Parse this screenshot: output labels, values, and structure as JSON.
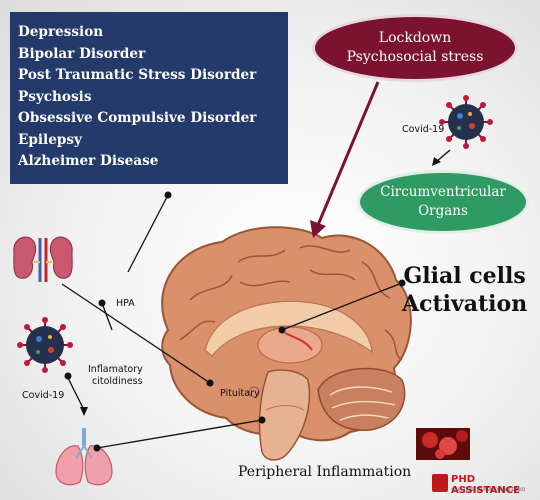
{
  "disorders": [
    "Depression",
    "Bipolar Disorder",
    "Post Traumatic Stress Disorder",
    "Psychosis",
    "Obsessive Compulsive Disorder",
    "Epilepsy",
    "Alzheimer Disease"
  ],
  "lockdown": {
    "line1": "Lockdown",
    "line2": "Psychosocial stress"
  },
  "cvo": {
    "line1": "Circumventricular",
    "line2": "Organs"
  },
  "glial": {
    "line1": "Glial cells",
    "line2": "Activation"
  },
  "labels": {
    "covid_top": "Covid-19",
    "covid_left": "Covid-19",
    "hpa": "HPA",
    "inflam1": "Inflamatory",
    "inflam2": "citoldiness",
    "pituitary": "Pituitary",
    "peripheral": "Peripheral Inflammation"
  },
  "logo": {
    "name": "PHD ASSISTANCE",
    "tagline": "YOUR TRUSTED MENTOR SINCE 2001"
  },
  "colors": {
    "navy": "#243a6b",
    "maroon": "#7b1330",
    "green": "#2f9a62",
    "brand_red": "#c4151c"
  }
}
